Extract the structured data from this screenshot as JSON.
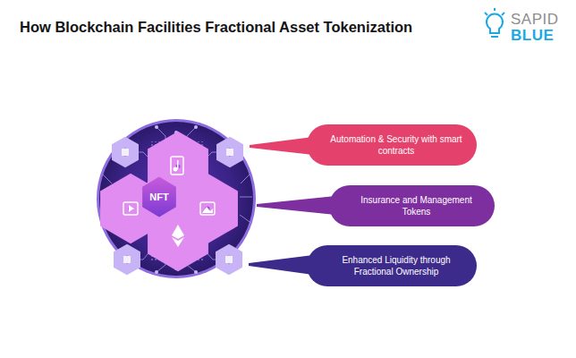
{
  "diagram": {
    "title": "How Blockchain Facilities Fractional Asset Tokenization",
    "nodes": [
      {
        "text": [
          "NFT"
        ]
      },
      {
        "text": [
          "Automation & Security with smart contracts"
        ]
      },
      {
        "text": [
          "Insurance and Management Tokens"
        ]
      },
      {
        "text": [
          "Enhanced Liquidity through Fractional Ownership"
        ]
      }
    ],
    "labels": [
      "SAPID",
      "BLUE"
    ]
  }
}
